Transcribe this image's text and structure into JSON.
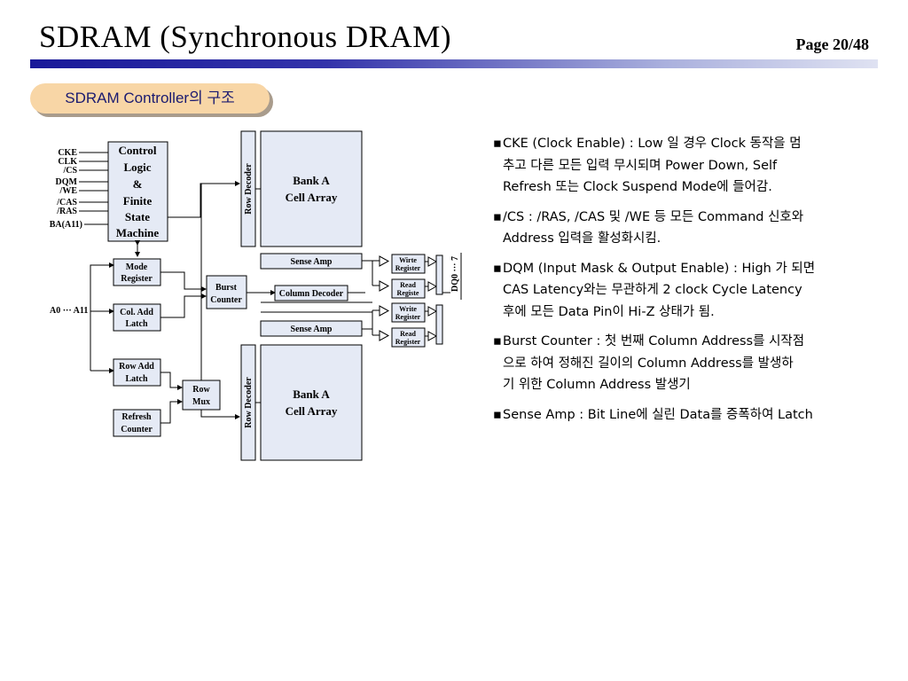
{
  "header": {
    "title": "SDRAM (Synchronous DRAM)",
    "page": "Page 20/48"
  },
  "subtitle": "SDRAM Controller의 구조",
  "diagram": {
    "signals": [
      "CKE",
      "CLK",
      "/CS",
      "DQM",
      "/WE",
      "/CAS",
      "/RAS",
      "BA(A11)"
    ],
    "address_input": "A0 ··· A11",
    "control_logic": [
      "Control",
      "Logic",
      "&",
      "Finite",
      "State",
      "Machine"
    ],
    "mode_register": [
      "Mode",
      "Register"
    ],
    "col_add_latch": [
      "Col. Add",
      "Latch"
    ],
    "row_add_latch": [
      "Row Add",
      "Latch"
    ],
    "refresh_counter": [
      "Refresh",
      "Counter"
    ],
    "burst_counter": [
      "Burst",
      "Counter"
    ],
    "row_mux": [
      "Row",
      "Mux"
    ],
    "row_decoder": "Row Decoder",
    "bank_a": [
      "Bank A",
      "Cell Array"
    ],
    "sense_amp": "Sense Amp",
    "column_decoder": "Column Decoder",
    "write_register_top": [
      "Wirte",
      "Register"
    ],
    "read_register_1": [
      "Read",
      "Registe"
    ],
    "write_register_2": [
      "Write",
      "Register"
    ],
    "read_register_2": [
      "Read",
      "Register"
    ],
    "dq_label": "DQ0 ··· 7"
  },
  "bullets": [
    {
      "marker": "▪",
      "lines": [
        "CKE (Clock Enable) : Low 일 경우 Clock 동작을 멈",
        "추고 다른 모든 입력 무시되며 Power Down, Self",
        "Refresh 또는 Clock Suspend  Mode에 들어감."
      ]
    },
    {
      "marker": "▪",
      "lines": [
        "/CS : /RAS, /CAS 및 /WE 등 모든 Command 신호와",
        "Address 입력을 활성화시킴."
      ]
    },
    {
      "marker": "▪",
      "lines": [
        "DQM (Input Mask & Output Enable) : High 가 되면",
        "CAS Latency와는 무관하게 2 clock Cycle Latency",
        "후에 모든 Data Pin이 Hi-Z 상태가 됨."
      ]
    },
    {
      "marker": "▪",
      "lines": [
        "Burst Counter : 첫 번째 Column Address를 시작점",
        "으로 하여 정해진 길이의 Column Address를 발생하",
        "기 위한  Column Address 발생기"
      ]
    },
    {
      "marker": "▪",
      "lines": [
        "Sense Amp : Bit Line에 실린 Data를 증폭하여 Latch"
      ]
    }
  ]
}
